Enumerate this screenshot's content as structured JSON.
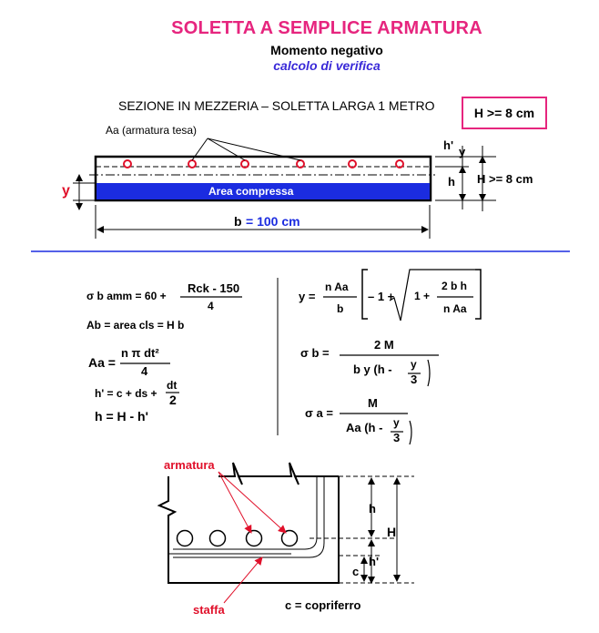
{
  "header": {
    "title": "SOLETTA A SEMPLICE ARMATURA",
    "subtitle": "Momento negativo",
    "italic_subtitle": "calcolo di verifica"
  },
  "section": {
    "label": "SEZIONE IN MEZZERIA – SOLETTA LARGA 1 METRO",
    "h_box": "H >= 8 cm",
    "aa_label": "Aa (armatura tesa)",
    "h_prime": "h'",
    "y_small": "y",
    "h_label": "h",
    "h_dim": "H >= 8 cm",
    "y_left": "y",
    "area_compressa": "Area compressa",
    "b_label": "b",
    "b_value": "= 100 cm"
  },
  "formulas": {
    "sigma_b_amm_lhs": "σ b amm = 60 +",
    "rck_num": "Rck - 150",
    "rck_den": "4",
    "ab": "Ab = area cls = H b",
    "aa_lhs": "Aa =",
    "aa_num": "n  π  dt²",
    "aa_den": "4",
    "hprime_lhs": "h' = c + ds +",
    "dt_num": "dt",
    "dt_den": "2",
    "h_eq": "h = H - h'",
    "y_lhs": "y =",
    "y_num": "n Aa",
    "y_den": "b",
    "y_minus1": "– 1 +",
    "y_one": "1 +",
    "y_inner_num": "2 b h",
    "y_inner_den": "n Aa",
    "sb_lhs": "σ b =",
    "sb_num": "2  M",
    "sb_den_a": "b  y (h -",
    "sb_den_y": "y",
    "sb_den_3": "3",
    "sa_lhs": "σ a =",
    "sa_num": "M",
    "sa_den_a": "Aa (h -",
    "sa_den_y": "y",
    "sa_den_3": "3"
  },
  "detail": {
    "armatura": "armatura",
    "staffa": "staffa",
    "h": "h",
    "H": "H",
    "h_prime": "h'",
    "c": "c",
    "copriferro": "c = copriferro"
  },
  "colors": {
    "title": "#e6257e",
    "blue": "#1b2ce0",
    "red": "#e0102a"
  }
}
